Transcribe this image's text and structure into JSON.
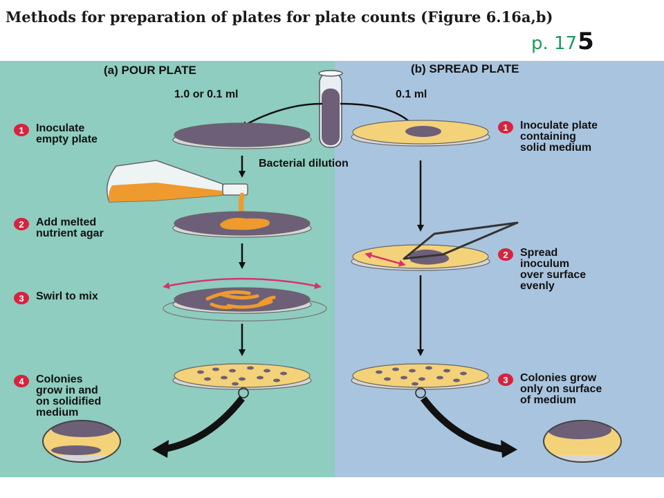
{
  "title": "Methods for preparation of plates for plate counts (Figure 6.16a,b)",
  "handwritten_note": {
    "prefix": "p. 17",
    "digit": "5"
  },
  "pour_plate": {
    "heading": "(a) POUR PLATE",
    "volume": "1.0 or 0.1 ml",
    "steps": [
      {
        "number": "1",
        "text": "Inoculate\nempty plate"
      },
      {
        "number": "2",
        "text": "Add melted\nnutrient agar"
      },
      {
        "number": "3",
        "text": "Swirl to mix"
      },
      {
        "number": "4",
        "text": "Colonies\ngrow in and\non solidified\nmedium"
      }
    ]
  },
  "spread_plate": {
    "heading": "(b) SPREAD PLATE",
    "volume": "0.1 ml",
    "steps": [
      {
        "number": "1",
        "text": "Inoculate plate\ncontaining\nsolid medium"
      },
      {
        "number": "2",
        "text": "Spread\ninoculum\nover surface\nevenly"
      },
      {
        "number": "3",
        "text": "Colonies grow\nonly on surface\nof medium"
      }
    ]
  },
  "center_label": "Bacterial dilution",
  "colors": {
    "pour_panel": "#8ecdbf",
    "spread_panel": "#a9c4de",
    "step_badge": "#d6233e",
    "agar": "#f3d27a",
    "inoculum": "#6d5f78",
    "melted_agar": "#ee9a2e",
    "swirl_arrow": "#d6336c"
  }
}
